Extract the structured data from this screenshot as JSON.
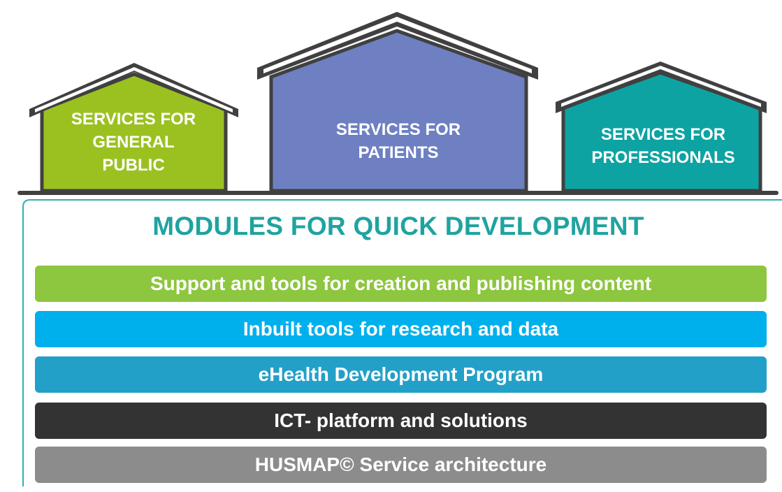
{
  "houses": [
    {
      "label": "SERVICES FOR\nGENERAL\nPUBLIC",
      "color": "#9bc121"
    },
    {
      "label": "SERVICES FOR\nPATIENTS",
      "color": "#6e80c2"
    },
    {
      "label": "SERVICES FOR\nPROFESSIONALS",
      "color": "#0ea3a3"
    }
  ],
  "panel": {
    "title": "MODULES FOR QUICK DEVELOPMENT",
    "title_color": "#1fa3a0",
    "border_color": "#2bb3ad"
  },
  "bars": [
    {
      "label": "Support and tools for creation and publishing content",
      "color": "#8dc63f"
    },
    {
      "label": "Inbuilt tools for research and data",
      "color": "#00b0ed"
    },
    {
      "label": "eHealth Development Program",
      "color": "#23a0c8"
    },
    {
      "label": "ICT- platform and solutions",
      "color": "#333333"
    },
    {
      "label": "HUSMAP© Service architecture",
      "color": "#8c8c8c"
    }
  ],
  "roof_color": "#404040"
}
